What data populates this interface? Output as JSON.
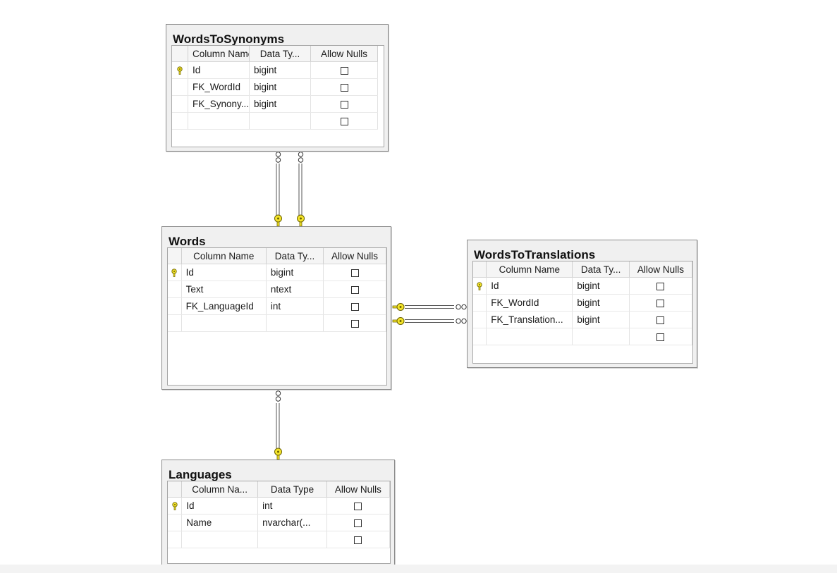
{
  "tables": {
    "wordsToSynonyms": {
      "name": "WordsToSynonyms",
      "headers": [
        "Column Name",
        "Data Ty...",
        "Allow Nulls"
      ],
      "rows": [
        {
          "column": "Id",
          "type": "bigint",
          "primary_key": true
        },
        {
          "column": "FK_WordId",
          "type": "bigint",
          "primary_key": false
        },
        {
          "column": "FK_Synony...",
          "type": "bigint",
          "primary_key": false
        }
      ]
    },
    "words": {
      "name": "Words",
      "headers": [
        "Column Name",
        "Data Ty...",
        "Allow Nulls"
      ],
      "rows": [
        {
          "column": "Id",
          "type": "bigint",
          "primary_key": true
        },
        {
          "column": "Text",
          "type": "ntext",
          "primary_key": false
        },
        {
          "column": "FK_LanguageId",
          "type": "int",
          "primary_key": false
        }
      ]
    },
    "wordsToTranslations": {
      "name": "WordsToTranslations",
      "headers": [
        "Column Name",
        "Data Ty...",
        "Allow Nulls"
      ],
      "rows": [
        {
          "column": "Id",
          "type": "bigint",
          "primary_key": true
        },
        {
          "column": "FK_WordId",
          "type": "bigint",
          "primary_key": false
        },
        {
          "column": "FK_Translation...",
          "type": "bigint",
          "primary_key": false
        }
      ]
    },
    "languages": {
      "name": "Languages",
      "headers": [
        "Column Na...",
        "Data Type",
        "Allow Nulls"
      ],
      "rows": [
        {
          "column": "Id",
          "type": "int",
          "primary_key": true
        },
        {
          "column": "Name",
          "type": "nvarchar(...",
          "primary_key": false
        }
      ]
    }
  },
  "icons": {
    "primary_key": "key-icon",
    "relationship_one_end": "key-icon",
    "relationship_many_end": "infinity-icon"
  },
  "colors": {
    "key_fill": "#f5e52a",
    "key_outline": "#6b6200",
    "connector": "#555555"
  }
}
